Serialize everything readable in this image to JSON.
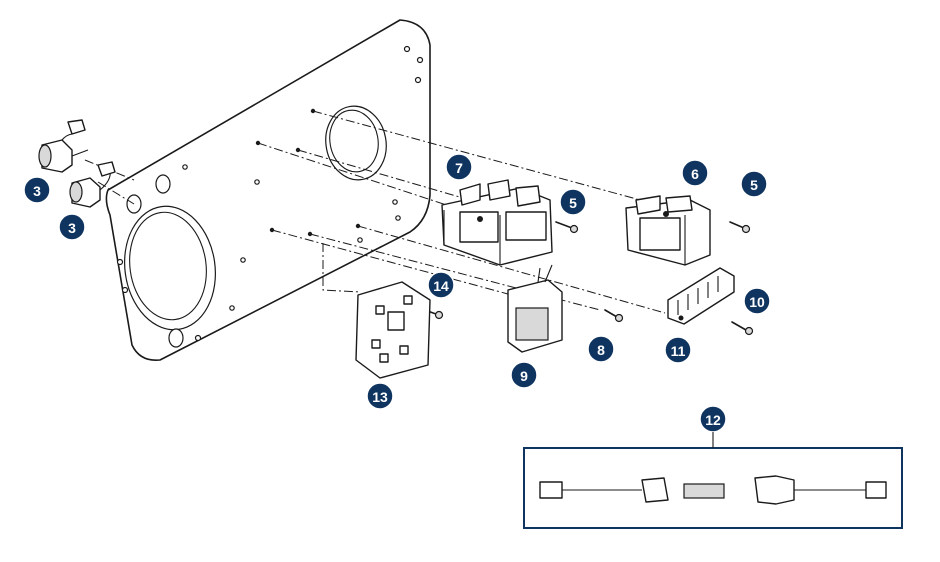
{
  "colors": {
    "callout_fill": "#0f3460",
    "kit_frame": "#0f3460",
    "line": "#1a1a1a"
  },
  "callouts": [
    {
      "id": "c3a",
      "label": "3"
    },
    {
      "id": "c3b",
      "label": "3"
    },
    {
      "id": "c7",
      "label": "7"
    },
    {
      "id": "c5a",
      "label": "5"
    },
    {
      "id": "c6",
      "label": "6"
    },
    {
      "id": "c5b",
      "label": "5"
    },
    {
      "id": "c14",
      "label": "14"
    },
    {
      "id": "c10",
      "label": "10"
    },
    {
      "id": "c8",
      "label": "8"
    },
    {
      "id": "c11",
      "label": "11"
    },
    {
      "id": "c9",
      "label": "9"
    },
    {
      "id": "c13",
      "label": "13"
    },
    {
      "id": "c12",
      "label": "12"
    }
  ]
}
